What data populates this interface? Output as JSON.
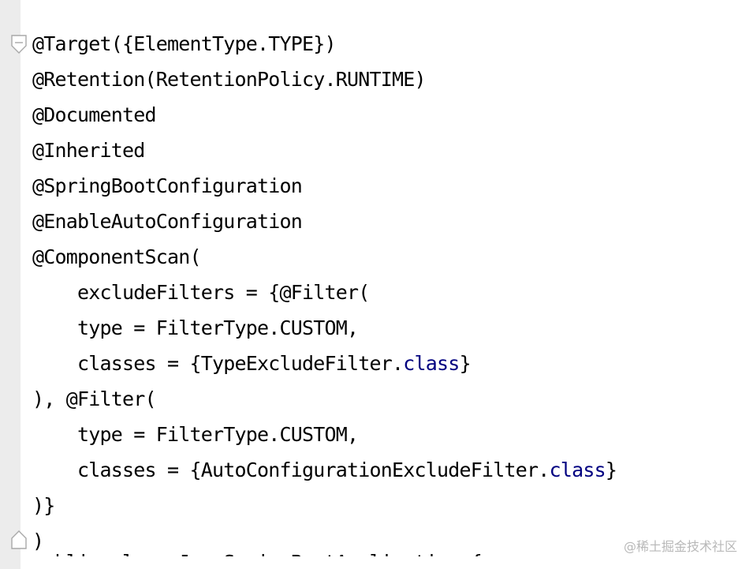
{
  "code": {
    "lines": [
      {
        "text": "@Target({ElementType.TYPE})"
      },
      {
        "text": "@Retention(RetentionPolicy.RUNTIME)"
      },
      {
        "text": "@Documented"
      },
      {
        "text": "@Inherited"
      },
      {
        "text": "@SpringBootConfiguration"
      },
      {
        "text": "@EnableAutoConfiguration"
      },
      {
        "text": "@ComponentScan("
      },
      {
        "text": "    excludeFilters = {@Filter("
      },
      {
        "text": "    type = FilterType.CUSTOM,"
      },
      {
        "pre": "    classes = {TypeExcludeFilter.",
        "kw": "class",
        "post": "}"
      },
      {
        "text": "), @Filter("
      },
      {
        "text": "    type = FilterType.CUSTOM,"
      },
      {
        "pre": "    classes = {AutoConfigurationExcludeFilter.",
        "kw": "class",
        "post": "}"
      },
      {
        "text": ")}"
      },
      {
        "text": ")"
      }
    ],
    "partial_line": "public class JavaSpringBootApplication {"
  },
  "watermark": "@稀土掘金技术社区",
  "gutter": {
    "fold_markers": [
      "fold-start-icon",
      "fold-end-icon"
    ]
  },
  "colors": {
    "background": "#ffffff",
    "gutter": "#ececec",
    "text": "#000000",
    "keyword": "#000080",
    "watermark": "#b8b8b8"
  }
}
